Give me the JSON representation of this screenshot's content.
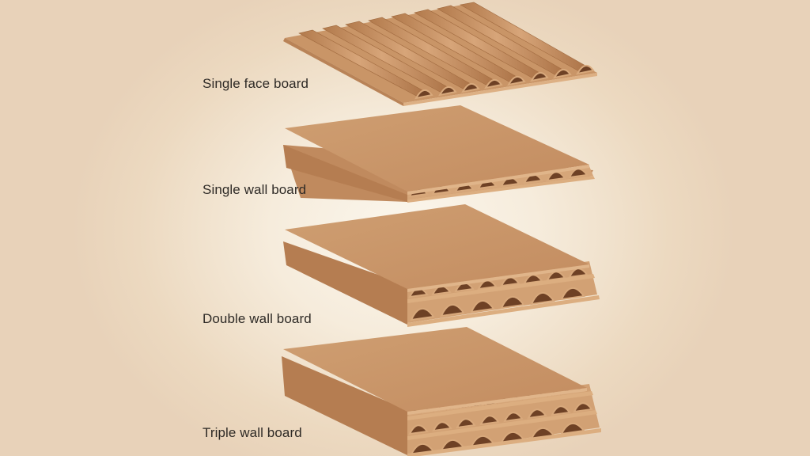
{
  "diagram": {
    "subject": "Corrugated board types",
    "colors": {
      "background_center": "#fbf6ec",
      "background_edge": "#e8d2b9",
      "liner_top": "#c8956a",
      "liner_edge": "#d9ac7e",
      "flute_shadow": "#7a4a2a",
      "label_text": "#2e2a26"
    },
    "boards": [
      {
        "id": "single-face",
        "label": "Single face board",
        "flute_layers": 1,
        "liners": 1
      },
      {
        "id": "single-wall",
        "label": "Single wall board",
        "flute_layers": 1,
        "liners": 2
      },
      {
        "id": "double-wall",
        "label": "Double wall board",
        "flute_layers": 2,
        "liners": 3
      },
      {
        "id": "triple-wall",
        "label": "Triple wall board",
        "flute_layers": 3,
        "liners": 4
      }
    ]
  }
}
